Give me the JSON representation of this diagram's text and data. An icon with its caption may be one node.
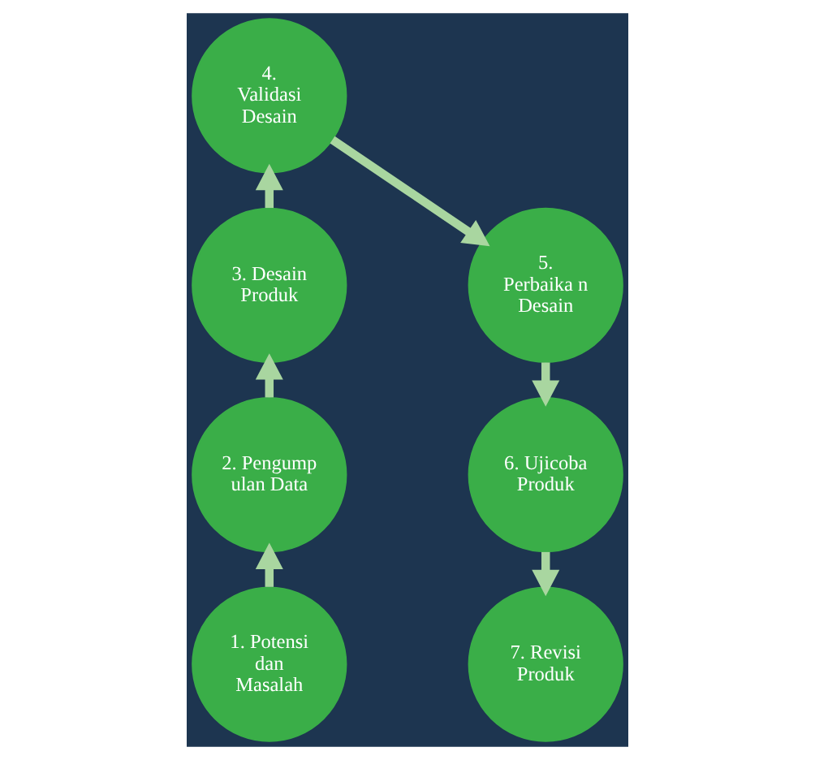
{
  "diagram": {
    "nodes": [
      {
        "text": [
          "1. Potensi dan Masalah"
        ]
      },
      {
        "text": [
          "2. Pengump ulan Data"
        ]
      },
      {
        "text": [
          "3. Desain Produk"
        ]
      },
      {
        "text": [
          "4. Validasi Desain"
        ]
      },
      {
        "text": [
          "5. Perbaika n Desain"
        ]
      },
      {
        "text": [
          "6. Ujicoba Produk"
        ]
      },
      {
        "text": [
          "7. Revisi Produk"
        ]
      }
    ],
    "edges": [
      {
        "from": 0,
        "to": 1,
        "arrow": "to"
      },
      {
        "from": 1,
        "to": 2,
        "arrow": "to"
      },
      {
        "from": 2,
        "to": 3,
        "arrow": "to"
      },
      {
        "from": 3,
        "to": 4,
        "arrow": "to"
      },
      {
        "from": 4,
        "to": 5,
        "arrow": "to"
      },
      {
        "from": 5,
        "to": 6,
        "arrow": "to"
      }
    ]
  }
}
